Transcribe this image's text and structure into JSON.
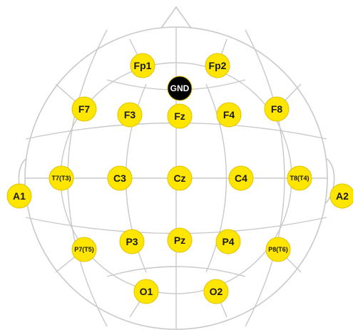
{
  "colors": {
    "electrode_fill": "#ffe600",
    "electrode_text": "#1a1a1a",
    "ground_fill": "#000000",
    "ground_text": "#ffffff",
    "line": "#c9c9c9"
  },
  "electrodes": {
    "Fp1": "Fp1",
    "Fp2": "Fp2",
    "GND": "GND",
    "F7": "F7",
    "F3": "F3",
    "Fz": "Fz",
    "F4": "F4",
    "F8": "F8",
    "A1": "A1",
    "T7": "T7(T3)",
    "C3": "C3",
    "Cz": "Cz",
    "C4": "C4",
    "T8": "T8(T4)",
    "A2": "A2",
    "P7": "P7(T5)",
    "P3": "P3",
    "Pz": "Pz",
    "P4": "P4",
    "P8": "P8(T6)",
    "O1": "O1",
    "O2": "O2"
  }
}
